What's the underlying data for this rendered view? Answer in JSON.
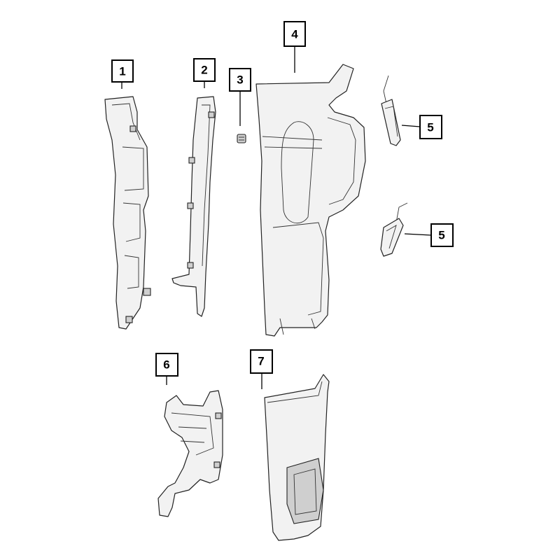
{
  "callouts": [
    "1",
    "2",
    "3",
    "4",
    "5",
    "5",
    "6",
    "7"
  ]
}
